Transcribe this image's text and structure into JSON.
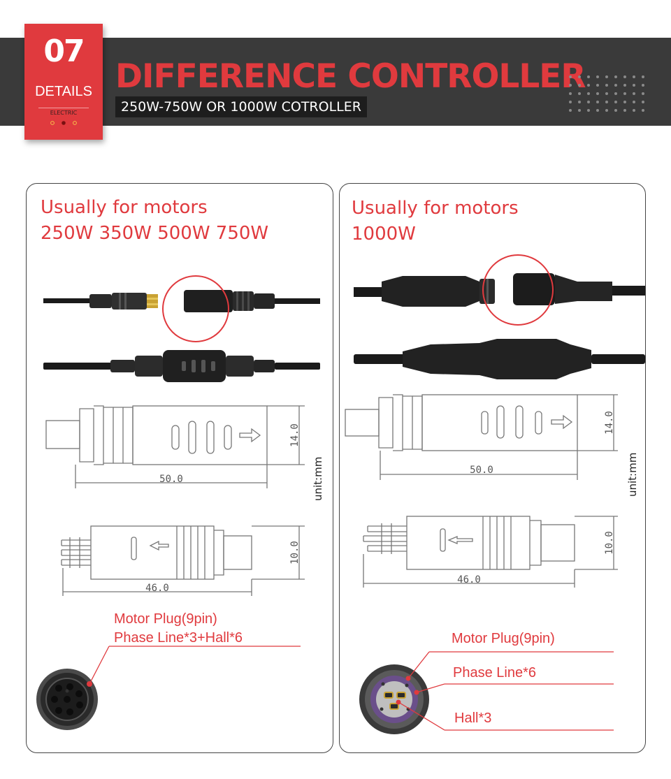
{
  "header": {
    "badge_number": "07",
    "badge_label": "DETAILS",
    "badge_sub": "ELECTRIC",
    "title": "DIFFERENCE CONTROLLER",
    "subtitle": "250W-750W OR 1000W  COTROLLER"
  },
  "left_panel": {
    "title_line1": "Usually for motors",
    "title_line2": "250W 350W 500W 750W",
    "dim_plug_length": "50.0",
    "dim_plug_height": "14.0",
    "dim_male_length": "46.0",
    "dim_male_height": "10.0",
    "unit": "unit:mm",
    "callout_line1": "Motor Plug(9pin)",
    "callout_line2": "Phase Line*3+Hall*6"
  },
  "right_panel": {
    "title_line1": "Usually for motors",
    "title_line2": "1000W",
    "dim_plug_length": "50.0",
    "dim_plug_height": "14.0",
    "dim_male_length": "46.0",
    "dim_male_height": "10.0",
    "unit": "unit:mm",
    "callout_1": "Motor Plug(9pin)",
    "callout_2": "Phase Line*6",
    "callout_3": "Hall*3"
  },
  "colors": {
    "accent": "#e03a3e",
    "header_bg": "#3a3a3a"
  }
}
